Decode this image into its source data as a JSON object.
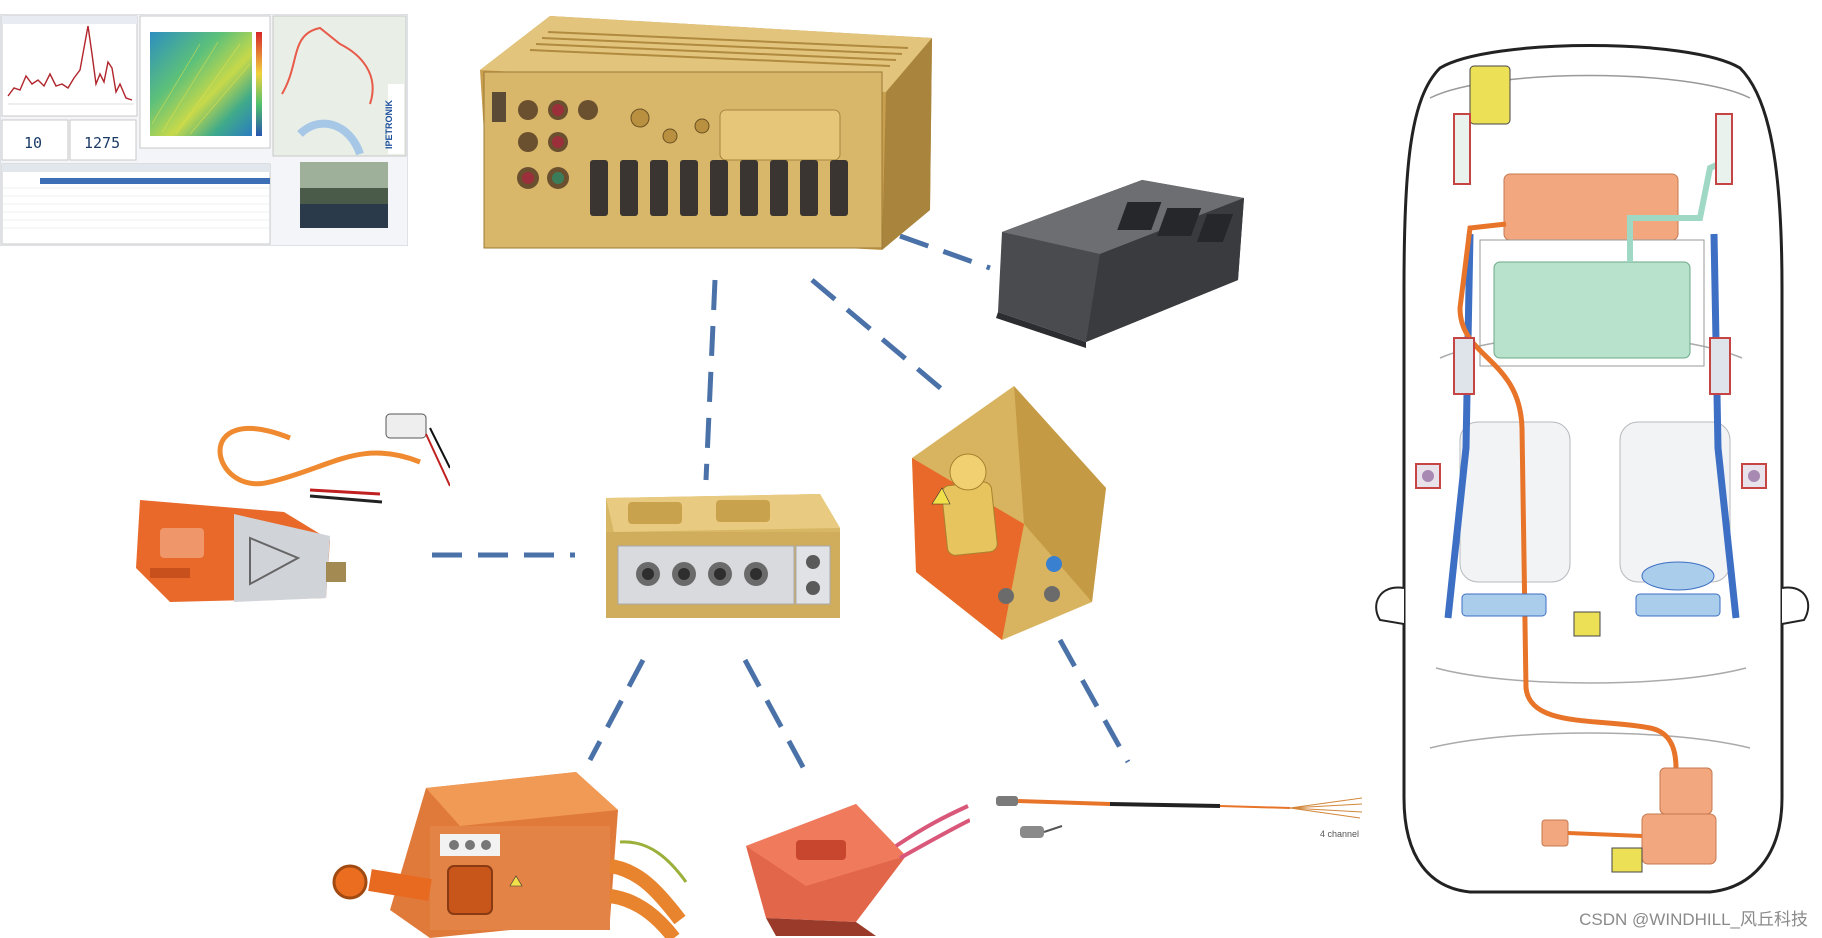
{
  "software_screenshot": {
    "readout_left": "10",
    "readout_right": "1275",
    "brand": "IPETRONIK"
  },
  "cable_caption": "4 channel",
  "watermark": "CSDN @WINDHILL_风丘科技",
  "colors": {
    "link_dash": "#4a72a8",
    "gold_device": "#d8b76a",
    "orange_module": "#e8692a",
    "car_hv_orange": "#f2a77f",
    "car_battery_green": "#b9e2cc",
    "car_blue_line": "#3d6fc4",
    "car_sensor_yellow": "#ece156"
  },
  "icons": [
    "data-logger-main-icon",
    "ecu-module-icon",
    "hv-adapter-module-icon",
    "measurement-module-icon",
    "hv-clamp-probe-icon",
    "hv-junction-box-icon",
    "hv-connector-icon",
    "sensor-cable-icon",
    "vehicle-topview-icon"
  ]
}
